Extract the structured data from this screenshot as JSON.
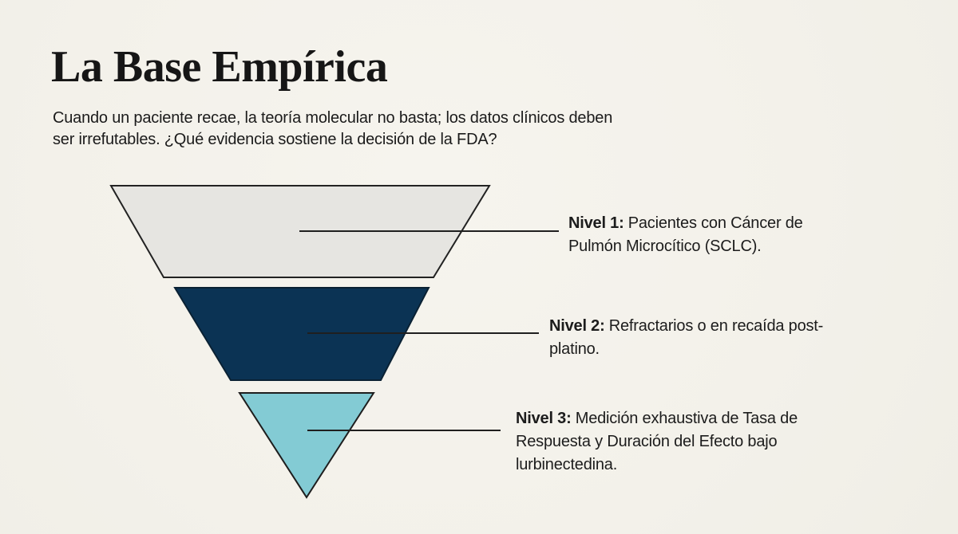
{
  "slide": {
    "title": "La Base Empírica",
    "subtitle_lines": [
      "Cuando un paciente recae, la teoría molecular no basta; los datos clínicos deben",
      "ser irrefutables. ¿Qué evidencia sostiene la decisión de la FDA?"
    ]
  },
  "funnel": {
    "type": "inverted-funnel",
    "outline_color": "#1f1f1f",
    "levels": [
      {
        "name": "Nivel 1",
        "fill": "#e6e5e1",
        "stroke": "#222222",
        "label_bold": "Nivel 1:",
        "label_lines": [
          "Pacientes con Cáncer de",
          "Pulmón Microcítico (SCLC)."
        ]
      },
      {
        "name": "Nivel 2",
        "fill": "#0b3354",
        "stroke": "#0a2133",
        "label_bold": "Nivel 2:",
        "label_lines": [
          "Refractarios o en recaída post-",
          "platino."
        ]
      },
      {
        "name": "Nivel 3",
        "fill": "#83cbd4",
        "stroke": "#1e1e1e",
        "label_bold": "Nivel 3:",
        "label_lines": [
          "Medición exhaustiva de Tasa de",
          "Respuesta y Duración del Efecto bajo",
          "lurbinectedina."
        ]
      }
    ]
  },
  "colors": {
    "background": "#f4f2ec",
    "title_text": "#161616",
    "body_text": "#1b1b1b"
  }
}
